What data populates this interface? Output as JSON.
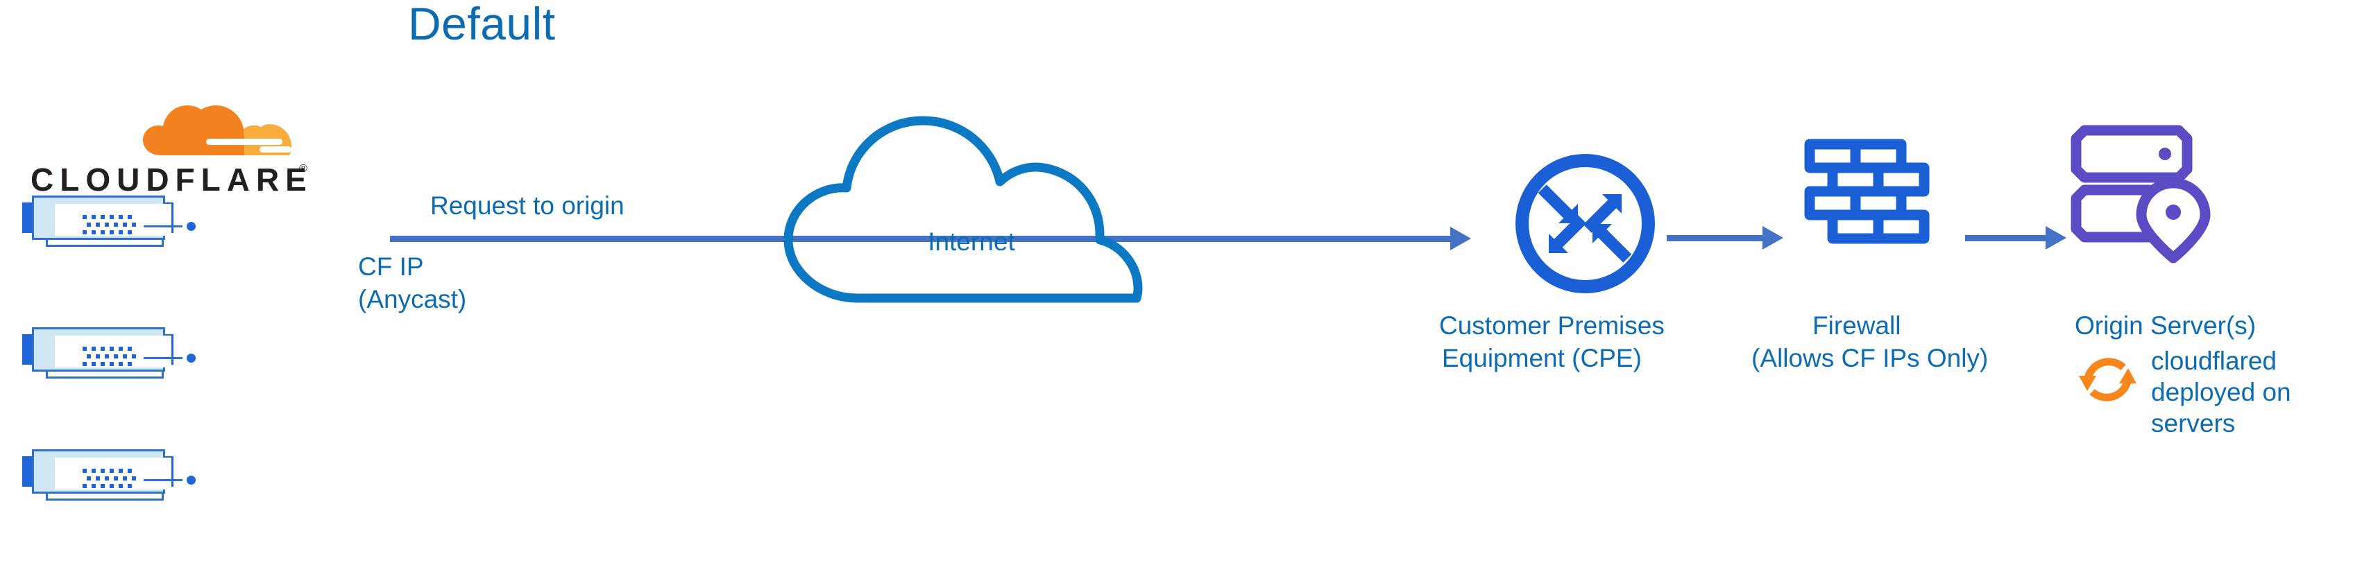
{
  "title": "Default",
  "colors": {
    "title_blue": "#0b6cb4",
    "label_blue": "#0b6cb4",
    "arrow_blue": "#4472c4",
    "icon_blue": "#1a5fd6",
    "server_purple": "#5b4bc4",
    "cloudflare_orange": "#f48120",
    "cloudflare_orange_light": "#faad3f",
    "cloudflare_wordmark": "#231f20",
    "cloudflared_orange": "#f7861c",
    "server_frame": "#2f6fd0",
    "server_fill": "#cfe7f3"
  },
  "logo": {
    "wordmark": "CLOUDFLARE",
    "registered_mark": "®",
    "icon_name": "cloudflare-cloud-icon"
  },
  "servers": {
    "count": 3,
    "icon_name": "server-appliance-icon"
  },
  "flow": {
    "request_label": "Request to origin",
    "cf_ip_line1": "CF IP",
    "cf_ip_line2": "(Anycast)"
  },
  "nodes": [
    {
      "id": "internet",
      "icon_name": "cloud-icon",
      "label": "Internet"
    },
    {
      "id": "cpe",
      "icon_name": "router-icon",
      "label_line1": "Customer Premises",
      "label_line2": "Equipment (CPE)"
    },
    {
      "id": "firewall",
      "icon_name": "brick-wall-icon",
      "label_line1": "Firewall",
      "label_line2": "(Allows CF IPs Only)"
    },
    {
      "id": "origin",
      "icon_name": "server-location-pin-icon",
      "label_line1": "Origin Server(s)"
    }
  ],
  "annotation": {
    "icon_name": "sync-arrows-icon",
    "text": "cloudflared deployed on servers"
  }
}
